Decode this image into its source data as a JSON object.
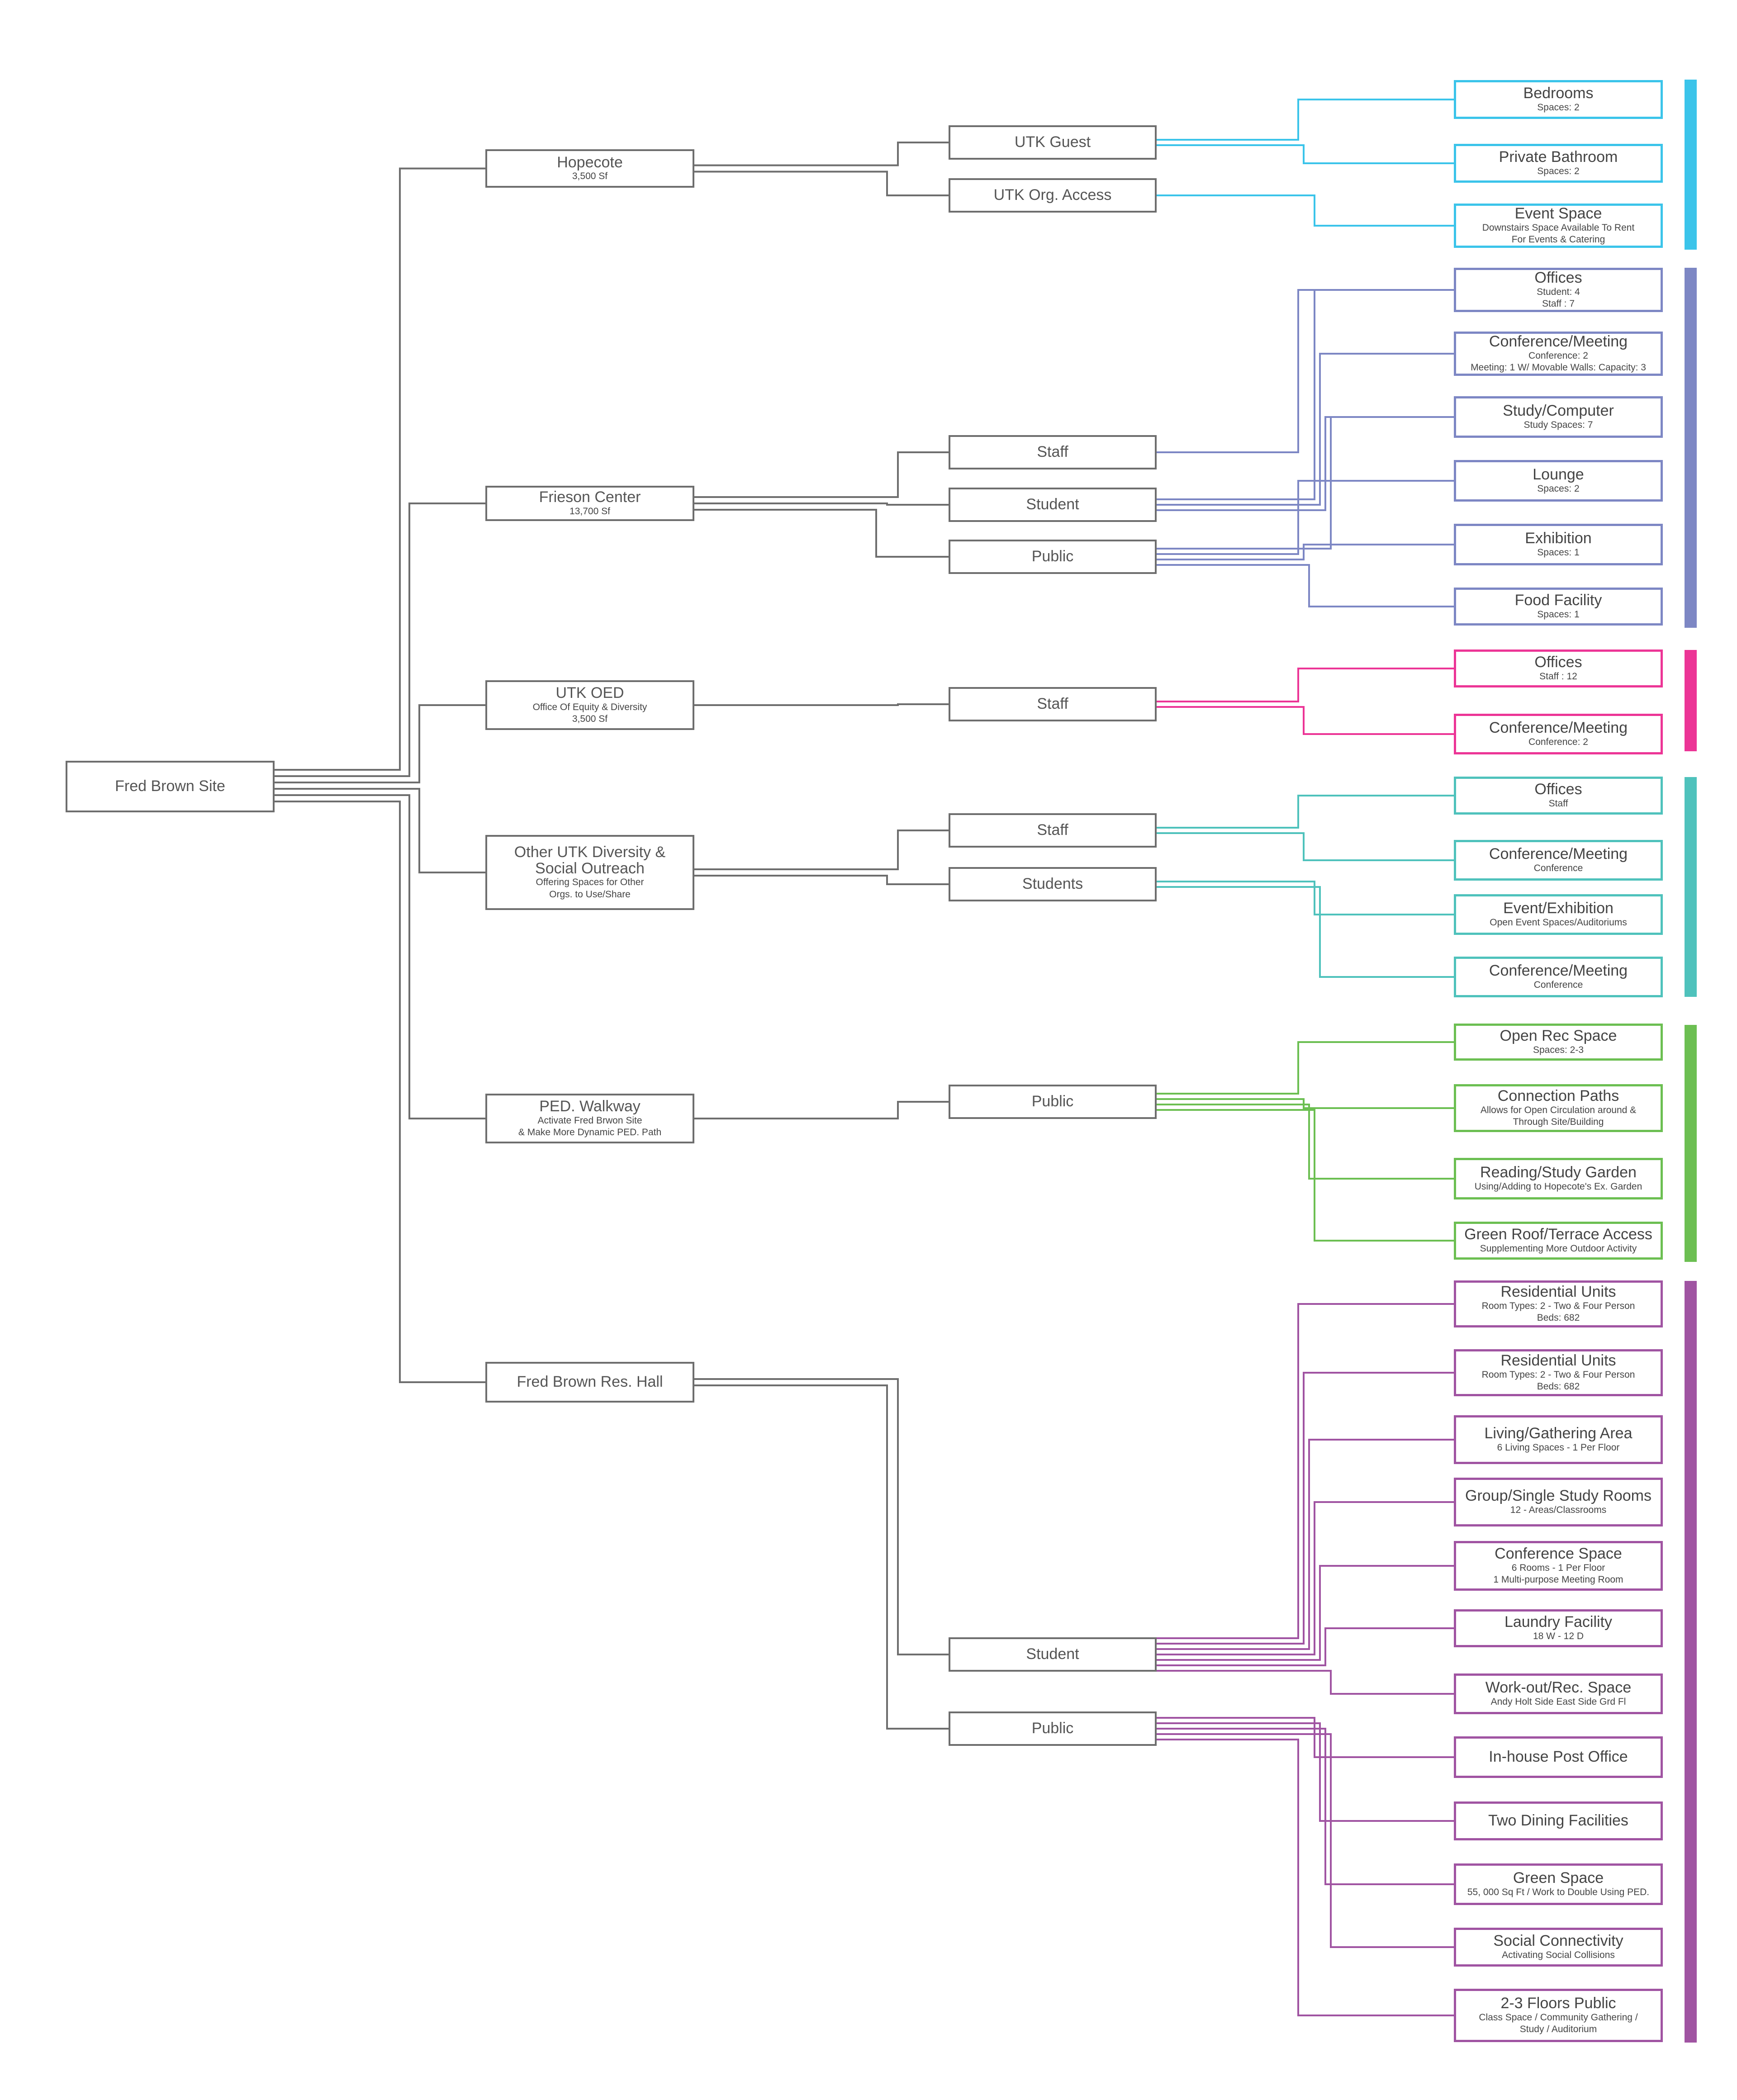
{
  "colors": {
    "gray": "#6e6e6e",
    "hopecote": "#3bc4ea",
    "frieson": "#7d87c4",
    "oed": "#ec3596",
    "outreach": "#4fc2bc",
    "walkway": "#6cbf52",
    "reshall": "#a054a2"
  },
  "root": {
    "label": "Fred Brown Site"
  },
  "sites": [
    {
      "key": "hopecote",
      "label": "Hopecote",
      "sub": [
        "3,500 Sf"
      ],
      "color": "hopecote",
      "groups": [
        {
          "label": "UTK Guest",
          "leaves": [
            0,
            1
          ]
        },
        {
          "label": "UTK Org. Access",
          "leaves": [
            2
          ]
        }
      ],
      "leaves": [
        {
          "label": "Bedrooms",
          "sub": [
            "Spaces: 2"
          ]
        },
        {
          "label": "Private Bathroom",
          "sub": [
            "Spaces: 2"
          ]
        },
        {
          "label": "Event Space",
          "sub": [
            "Downstairs Space Available To Rent",
            "For Events & Catering"
          ]
        }
      ]
    },
    {
      "key": "frieson",
      "label": "Frieson Center",
      "sub": [
        "13,700 Sf"
      ],
      "color": "frieson",
      "groups": [
        {
          "label": "Staff",
          "leaves": [
            0
          ]
        },
        {
          "label": "Student",
          "leaves": [
            0,
            1,
            2
          ]
        },
        {
          "label": "Public",
          "leaves": [
            2,
            3,
            4,
            5
          ]
        }
      ],
      "leaves": [
        {
          "label": "Offices",
          "sub": [
            "Student: 4",
            "Staff : 7"
          ]
        },
        {
          "label": "Conference/Meeting",
          "sub": [
            "Conference: 2",
            "Meeting: 1 W/ Movable Walls: Capacity: 3"
          ]
        },
        {
          "label": "Study/Computer",
          "sub": [
            "Study Spaces: 7"
          ]
        },
        {
          "label": "Lounge",
          "sub": [
            "Spaces: 2"
          ]
        },
        {
          "label": "Exhibition",
          "sub": [
            "Spaces: 1"
          ]
        },
        {
          "label": "Food Facility",
          "sub": [
            "Spaces: 1"
          ]
        }
      ]
    },
    {
      "key": "oed",
      "label": "UTK OED",
      "sub": [
        "Office Of Equity & Diversity",
        "3,500 Sf"
      ],
      "color": "oed",
      "groups": [
        {
          "label": "Staff",
          "leaves": [
            0,
            1
          ]
        }
      ],
      "leaves": [
        {
          "label": "Offices",
          "sub": [
            "Staff : 12"
          ]
        },
        {
          "label": "Conference/Meeting",
          "sub": [
            "Conference: 2"
          ]
        }
      ]
    },
    {
      "key": "outreach",
      "label": "Other UTK Diversity &\nSocial Outreach",
      "sub": [
        "Offering Spaces for Other",
        "Orgs. to Use/Share"
      ],
      "color": "outreach",
      "groups": [
        {
          "label": "Staff",
          "leaves": [
            0,
            1
          ]
        },
        {
          "label": "Students",
          "leaves": [
            2,
            3
          ]
        }
      ],
      "leaves": [
        {
          "label": "Offices",
          "sub": [
            "Staff"
          ]
        },
        {
          "label": "Conference/Meeting",
          "sub": [
            "Conference"
          ]
        },
        {
          "label": "Event/Exhibition",
          "sub": [
            "Open Event Spaces/Auditoriums"
          ]
        },
        {
          "label": "Conference/Meeting",
          "sub": [
            "Conference"
          ]
        }
      ]
    },
    {
      "key": "walkway",
      "label": "PED. Walkway",
      "sub": [
        "Activate Fred Brwon Site",
        "& Make  More Dynamic PED. Path"
      ],
      "color": "walkway",
      "groups": [
        {
          "label": "Public",
          "leaves": [
            0,
            1,
            2,
            3
          ]
        }
      ],
      "leaves": [
        {
          "label": "Open Rec Space",
          "sub": [
            "Spaces: 2-3"
          ]
        },
        {
          "label": "Connection Paths",
          "sub": [
            "Allows for Open Circulation around &",
            "Through Site/Building"
          ]
        },
        {
          "label": "Reading/Study Garden",
          "sub": [
            "Using/Adding to Hopecote's Ex. Garden"
          ]
        },
        {
          "label": "Green Roof/Terrace Access",
          "sub": [
            "Supplementing More Outdoor Activity"
          ]
        }
      ]
    },
    {
      "key": "reshall",
      "label": "Fred Brown Res. Hall",
      "sub": [],
      "color": "reshall",
      "groups": [
        {
          "label": "Student",
          "leaves": [
            0,
            1,
            2,
            3,
            4,
            5,
            6
          ]
        },
        {
          "label": "Public",
          "leaves": [
            7,
            8,
            9,
            10,
            11
          ]
        }
      ],
      "leaves": [
        {
          "label": "Residential Units",
          "sub": [
            "Room Types: 2 - Two & Four Person",
            "Beds: 682"
          ]
        },
        {
          "label": "Residential Units",
          "sub": [
            "Room Types: 2 - Two & Four Person",
            "Beds: 682"
          ]
        },
        {
          "label": "Living/Gathering Area",
          "sub": [
            "6 Living Spaces - 1 Per Floor"
          ]
        },
        {
          "label": "Group/Single Study Rooms",
          "sub": [
            "12 - Areas/Classrooms"
          ]
        },
        {
          "label": "Conference Space",
          "sub": [
            "6 Rooms - 1 Per Floor",
            "1 Multi-purpose Meeting Room"
          ]
        },
        {
          "label": "Laundry Facility",
          "sub": [
            "18 W - 12 D"
          ]
        },
        {
          "label": "Work-out/Rec. Space",
          "sub": [
            "Andy Holt Side East Side Grd Fl"
          ]
        },
        {
          "label": "In-house Post Office",
          "sub": []
        },
        {
          "label": "Two Dining Facilities",
          "sub": []
        },
        {
          "label": "Green Space",
          "sub": [
            "55, 000 Sq Ft / Work to Double Using PED."
          ]
        },
        {
          "label": "Social Connectivity",
          "sub": [
            "Activating Social Collisions"
          ]
        },
        {
          "label": "2-3 Floors Public",
          "sub": [
            "Class Space / Community Gathering /",
            "Study  / Auditorium"
          ]
        }
      ]
    }
  ]
}
